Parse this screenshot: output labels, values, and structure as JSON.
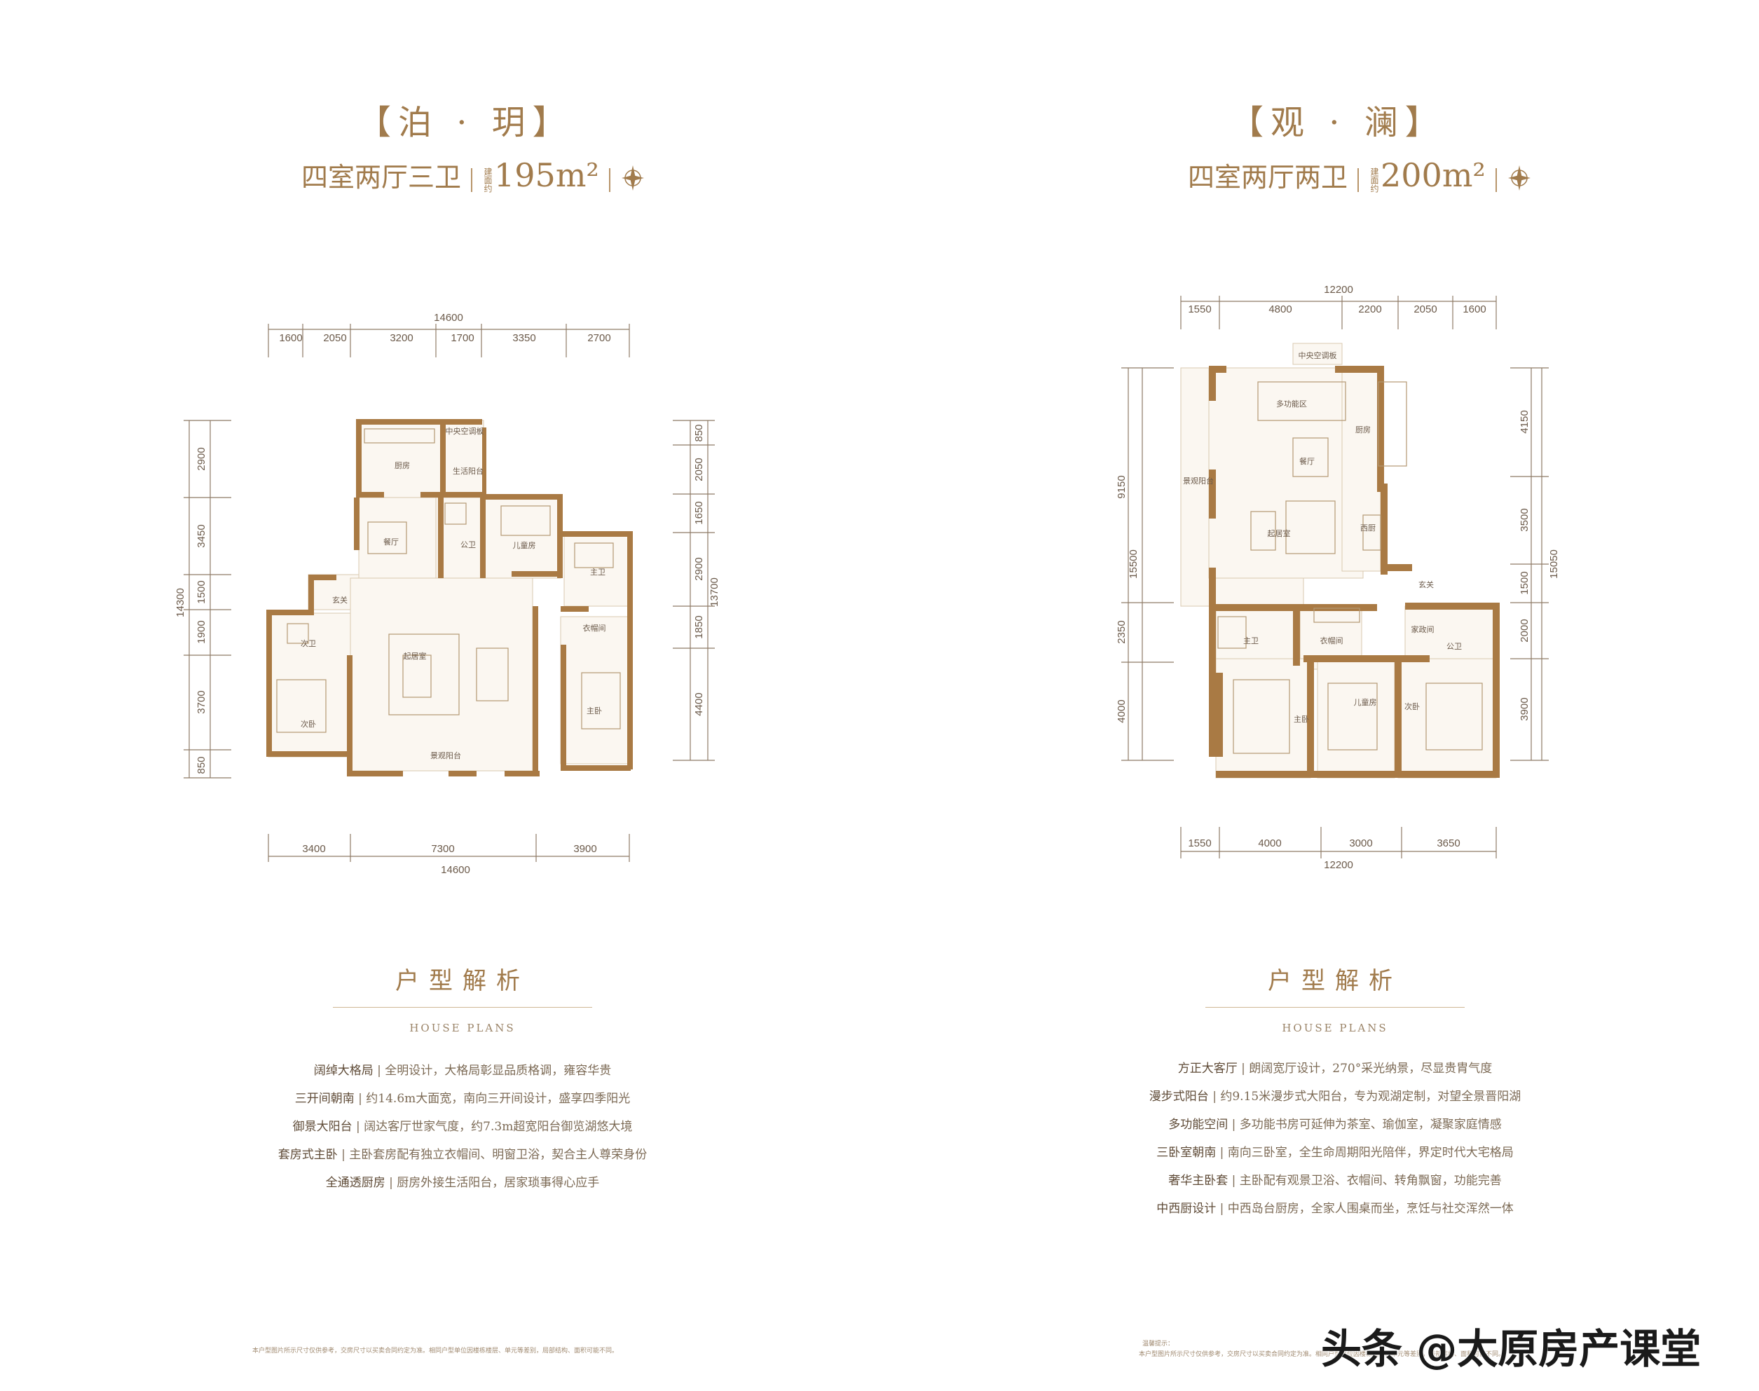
{
  "left": {
    "title": "【泊 · 玥】",
    "layout": "四室两厅三卫",
    "area_tag": "建面约",
    "area": "195m²",
    "dims_top_total": "14600",
    "dims_top": [
      "1600",
      "2050",
      "3200",
      "1700",
      "3350",
      "2700"
    ],
    "dims_bottom": [
      "3400",
      "7300",
      "3900"
    ],
    "dims_bottom_total": "14600",
    "dims_left": [
      "2900",
      "3450",
      "1500",
      "1900",
      "3700",
      "850"
    ],
    "dims_left_total": "14300",
    "dims_right": [
      "850",
      "2050",
      "1650",
      "2900",
      "1850",
      "4400"
    ],
    "dims_right_total": "13700",
    "rooms": [
      "中央空调板",
      "厨房",
      "生活阳台",
      "餐厅",
      "公卫",
      "儿童房",
      "主卫",
      "玄关",
      "次卫",
      "衣帽间",
      "起居室",
      "次卧",
      "主卧",
      "景观阳台"
    ],
    "section_title": "户型解析",
    "section_sub": "HOUSE PLANS",
    "features": [
      {
        "k": "阔绰大格局",
        "v": "全明设计，大格局彰显品质格调，雍容华贵"
      },
      {
        "k": "三开间朝南",
        "v": "约14.6m大面宽，南向三开间设计，盛享四季阳光"
      },
      {
        "k": "御景大阳台",
        "v": "阔达客厅世家气度，约7.3m超宽阳台御览湖悠大境"
      },
      {
        "k": "套房式主卧",
        "v": "主卧套房配有独立衣帽间、明窗卫浴，契合主人尊荣身份"
      },
      {
        "k": "全通透厨房",
        "v": "厨房外接生活阳台，居家琐事得心应手"
      }
    ],
    "disclaimer": "本户型图片所示尺寸仅供参考，交房尺寸以买卖合同约定为准。相同户型单位因楼栋楼层、单元等差别，局部结构、面积可能不同。"
  },
  "right": {
    "title": "【观 · 澜】",
    "layout": "四室两厅两卫",
    "area_tag": "建面约",
    "area": "200m²",
    "dims_top_total": "12200",
    "dims_top": [
      "1550",
      "4800",
      "2200",
      "2050",
      "1600"
    ],
    "dims_bottom": [
      "1550",
      "4000",
      "3000",
      "3650"
    ],
    "dims_bottom_total": "12200",
    "dims_left": [
      "15500",
      "9150",
      "2350",
      "4000"
    ],
    "dims_right": [
      "4150",
      "3500",
      "1500",
      "2000",
      "3900"
    ],
    "dims_right_total": "15050",
    "rooms": [
      "中央空调板",
      "多功能区",
      "厨房",
      "餐厅",
      "景观阳台",
      "起居室",
      "西厨",
      "玄关",
      "主卫",
      "衣帽间",
      "家政间",
      "公卫",
      "主卧",
      "儿童房",
      "次卧"
    ],
    "section_title": "户型解析",
    "section_sub": "HOUSE PLANS",
    "features": [
      {
        "k": "方正大客厅",
        "v": "朗阔宽厅设计，270°采光纳景，尽显贵胄气度"
      },
      {
        "k": "漫步式阳台",
        "v": "约9.15米漫步式大阳台，专为观湖定制，对望全景晋阳湖"
      },
      {
        "k": "多功能空间",
        "v": "多功能书房可延伸为茶室、瑜伽室，凝聚家庭情感"
      },
      {
        "k": "三卧室朝南",
        "v": "南向三卧室，全生命周期阳光陪伴，界定时代大宅格局"
      },
      {
        "k": "奢华主卧套",
        "v": "主卧配有观景卫浴、衣帽间、转角飘窗，功能完善"
      },
      {
        "k": "中西厨设计",
        "v": "中西岛台厨房，全家人围桌而坐，烹饪与社交浑然一体"
      }
    ],
    "disclaimer_head": "温馨提示：",
    "disclaimer": "本户型图片所示尺寸仅供参考，交房尺寸以买卖合同约定为准。相同户型单位因楼栋楼层、单元等差别，局部结构、面积可能不同。"
  },
  "watermark": "头条 @太原房产课堂",
  "colors": {
    "wall": "#a97a44",
    "accent": "#a17b4c",
    "text": "#6b5a4a"
  }
}
